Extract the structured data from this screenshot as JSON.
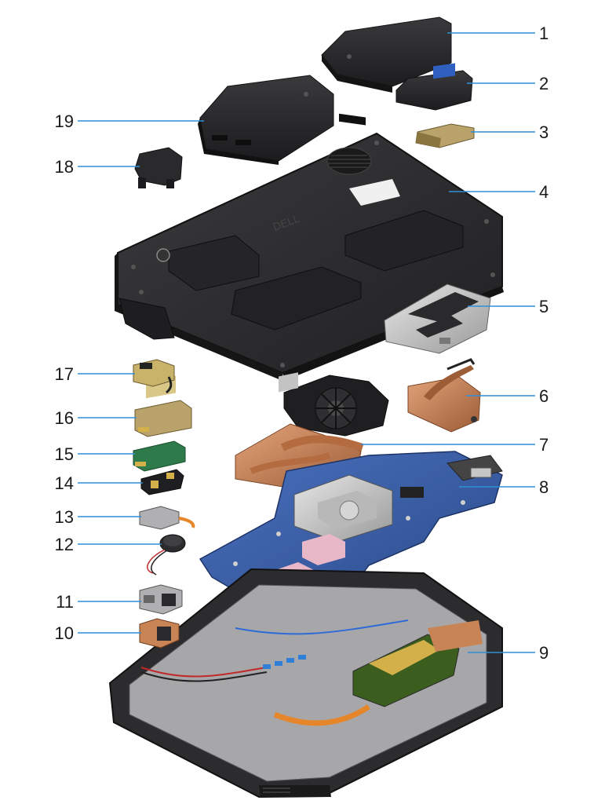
{
  "diagram": {
    "callouts": [
      {
        "id": 1,
        "label": "1"
      },
      {
        "id": 2,
        "label": "2"
      },
      {
        "id": 3,
        "label": "3"
      },
      {
        "id": 4,
        "label": "4"
      },
      {
        "id": 5,
        "label": "5"
      },
      {
        "id": 6,
        "label": "6"
      },
      {
        "id": 7,
        "label": "7"
      },
      {
        "id": 8,
        "label": "8"
      },
      {
        "id": 9,
        "label": "9"
      },
      {
        "id": 10,
        "label": "10"
      },
      {
        "id": 11,
        "label": "11"
      },
      {
        "id": 12,
        "label": "12"
      },
      {
        "id": 13,
        "label": "13"
      },
      {
        "id": 14,
        "label": "14"
      },
      {
        "id": 15,
        "label": "15"
      },
      {
        "id": 16,
        "label": "16"
      },
      {
        "id": 17,
        "label": "17"
      },
      {
        "id": 18,
        "label": "18"
      },
      {
        "id": 19,
        "label": "19"
      }
    ],
    "colors": {
      "leader_line": "#2e8fd6",
      "chassis": "#2b2b2d",
      "chassis_edge": "#1a1a1b",
      "copper": "#c98455",
      "copper_dark": "#8f5634",
      "pcb_blue": "#3c5fa8",
      "pcb_dark": "#2c4582",
      "metal": "#c9c9c9",
      "metal_dark": "#8d8d8d",
      "gold": "#d4b04a",
      "pink": "#e8b7c8"
    }
  }
}
